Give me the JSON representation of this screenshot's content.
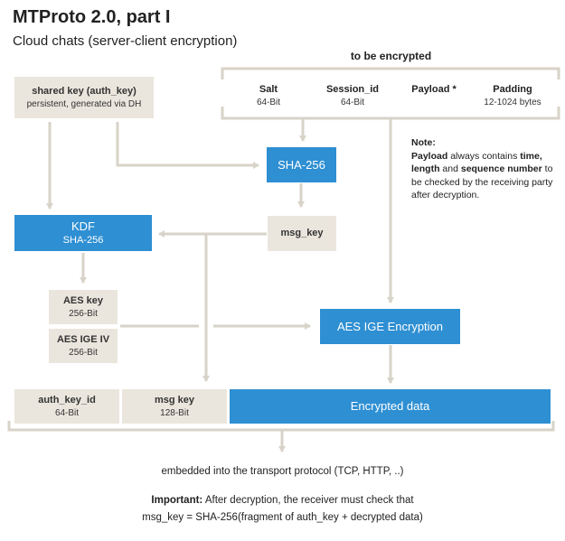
{
  "title": "MTProto 2.0, part I",
  "subtitle": "Cloud chats (server-client encryption)",
  "encrypted_group": {
    "label": "to be encrypted",
    "columns": [
      {
        "name": "Salt",
        "size": "64-Bit"
      },
      {
        "name": "Session_id",
        "size": "64-Bit"
      },
      {
        "name": "Payload *",
        "size": ""
      },
      {
        "name": "Padding",
        "size": "12-1024 bytes"
      }
    ]
  },
  "shared_key": {
    "title": "shared key (auth_key)",
    "subtitle": "persistent, generated via DH"
  },
  "sha256_box": {
    "label": "SHA-256"
  },
  "kdf": {
    "title": "KDF",
    "subtitle": "SHA-256"
  },
  "msg_key_box": {
    "label": "msg_key"
  },
  "aes_key": {
    "title": "AES key",
    "subtitle": "256-Bit"
  },
  "aes_iv": {
    "title": "AES IGE IV",
    "subtitle": "256-Bit"
  },
  "aes_encryption": {
    "label": "AES IGE Encryption"
  },
  "note": {
    "heading": "Note:",
    "payload_word": "Payload",
    "text_1": " always contains ",
    "time": "time,",
    "length_seq": "length",
    "text_2": " and ",
    "seq": "sequence number",
    "text_3": " to be checked by the receiving party after decryption."
  },
  "bottom_row": {
    "auth_key_id": {
      "title": "auth_key_id",
      "subtitle": "64-Bit"
    },
    "msg_key": {
      "title": "msg key",
      "subtitle": "128-Bit"
    },
    "encrypted_data": {
      "label": "Encrypted data"
    }
  },
  "embedded_text": "embedded into the transport protocol (TCP, HTTP, ..)",
  "important": {
    "label": "Important:",
    "line1": " After decryption, the receiver must check that",
    "line2": "msg_key = SHA-256(fragment of auth_key + decrypted data)"
  },
  "colors": {
    "accent_blue": "#2e8fd3",
    "beige": "#ebe6dd",
    "connector": "#d8d3c8"
  }
}
